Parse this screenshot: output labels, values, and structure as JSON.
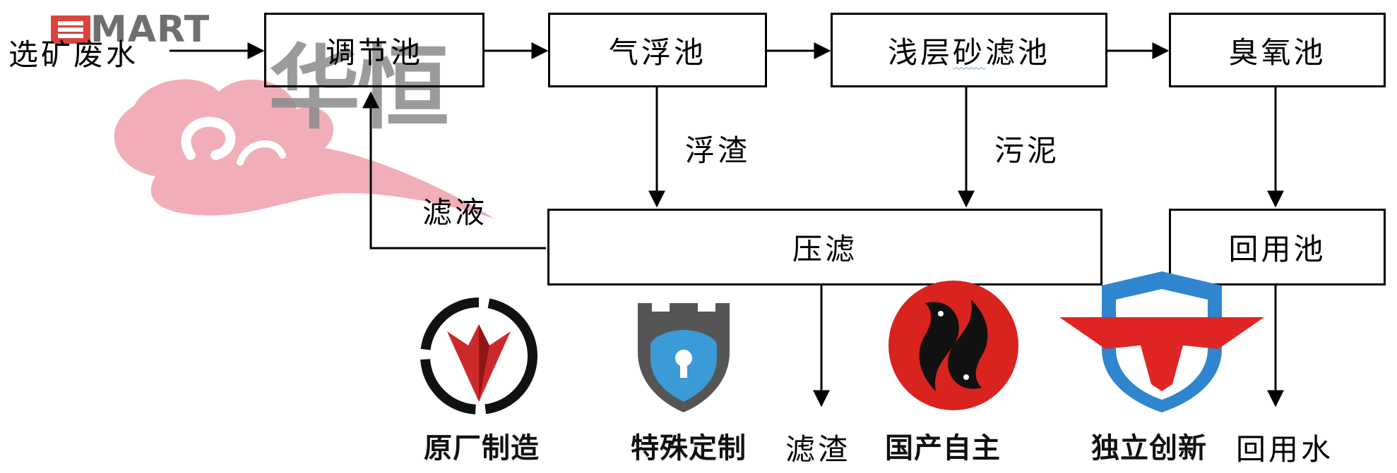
{
  "diagram": {
    "input_label": "选矿废水",
    "nodes": {
      "adjust": "调节池",
      "flotation": "气浮池",
      "sand_filter_a": "浅层",
      "sand_filter_b": "砂",
      "sand_filter_c": "滤池",
      "ozone": "臭氧池",
      "press": "压滤",
      "reuse_pool": "回用池"
    },
    "edge_labels": {
      "scum": "浮渣",
      "sludge": "污泥",
      "filtrate": "滤液"
    },
    "outputs": {
      "filter_cake": "滤渣",
      "reuse_water_a": "回",
      "reuse_water_b": "用水"
    }
  },
  "watermark": {
    "brand": "MART",
    "brand_cn": "华恒"
  },
  "badges": [
    {
      "label": "原厂制造",
      "icon": "arrowhead-emblem-icon",
      "colors": [
        "#cc2a2a",
        "#111111"
      ]
    },
    {
      "label": "特殊定制",
      "icon": "lock-shield-icon",
      "colors": [
        "#3a9bd6",
        "#555555"
      ]
    },
    {
      "label": "国产自主",
      "icon": "koi-fish-icon",
      "colors": [
        "#d8231e",
        "#111111"
      ]
    },
    {
      "label": "独立创新",
      "icon": "winged-shield-icon",
      "colors": [
        "#e02525",
        "#2f86cf"
      ]
    }
  ],
  "colors": {
    "line": "#000000",
    "cloud": "#eea0ab",
    "watermark": "#707070"
  }
}
